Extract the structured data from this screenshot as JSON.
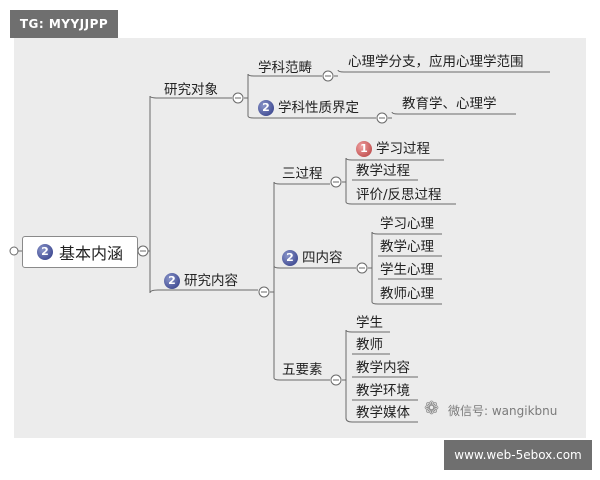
{
  "watermarks": {
    "top": "TG: MYYJJPP",
    "bottom": "www.web-5ebox.com",
    "wechat": "微信号: wangikbnu"
  },
  "mindmap": {
    "root": {
      "badge": "2",
      "label": "基本内涵"
    },
    "branch1": {
      "label": "研究对象",
      "sub1": {
        "label": "学科范畴",
        "leaf": "心理学分支，应用心理学范围"
      },
      "sub2": {
        "badge": "2",
        "label": "学科性质界定",
        "leaf": "教育学、心理学"
      }
    },
    "branch2": {
      "badge": "2",
      "label": "研究内容",
      "sub1": {
        "label": "三过程",
        "items": [
          {
            "badge": "1",
            "label": "学习过程"
          },
          {
            "label": "教学过程"
          },
          {
            "label": "评价/反思过程"
          }
        ]
      },
      "sub2": {
        "badge": "2",
        "label": "四内容",
        "items": [
          "学习心理",
          "教学心理",
          "学生心理",
          "教师心理"
        ]
      },
      "sub3": {
        "label": "五要素",
        "items": [
          "学生",
          "教师",
          "教学内容",
          "教学环境",
          "教学媒体"
        ]
      }
    }
  }
}
